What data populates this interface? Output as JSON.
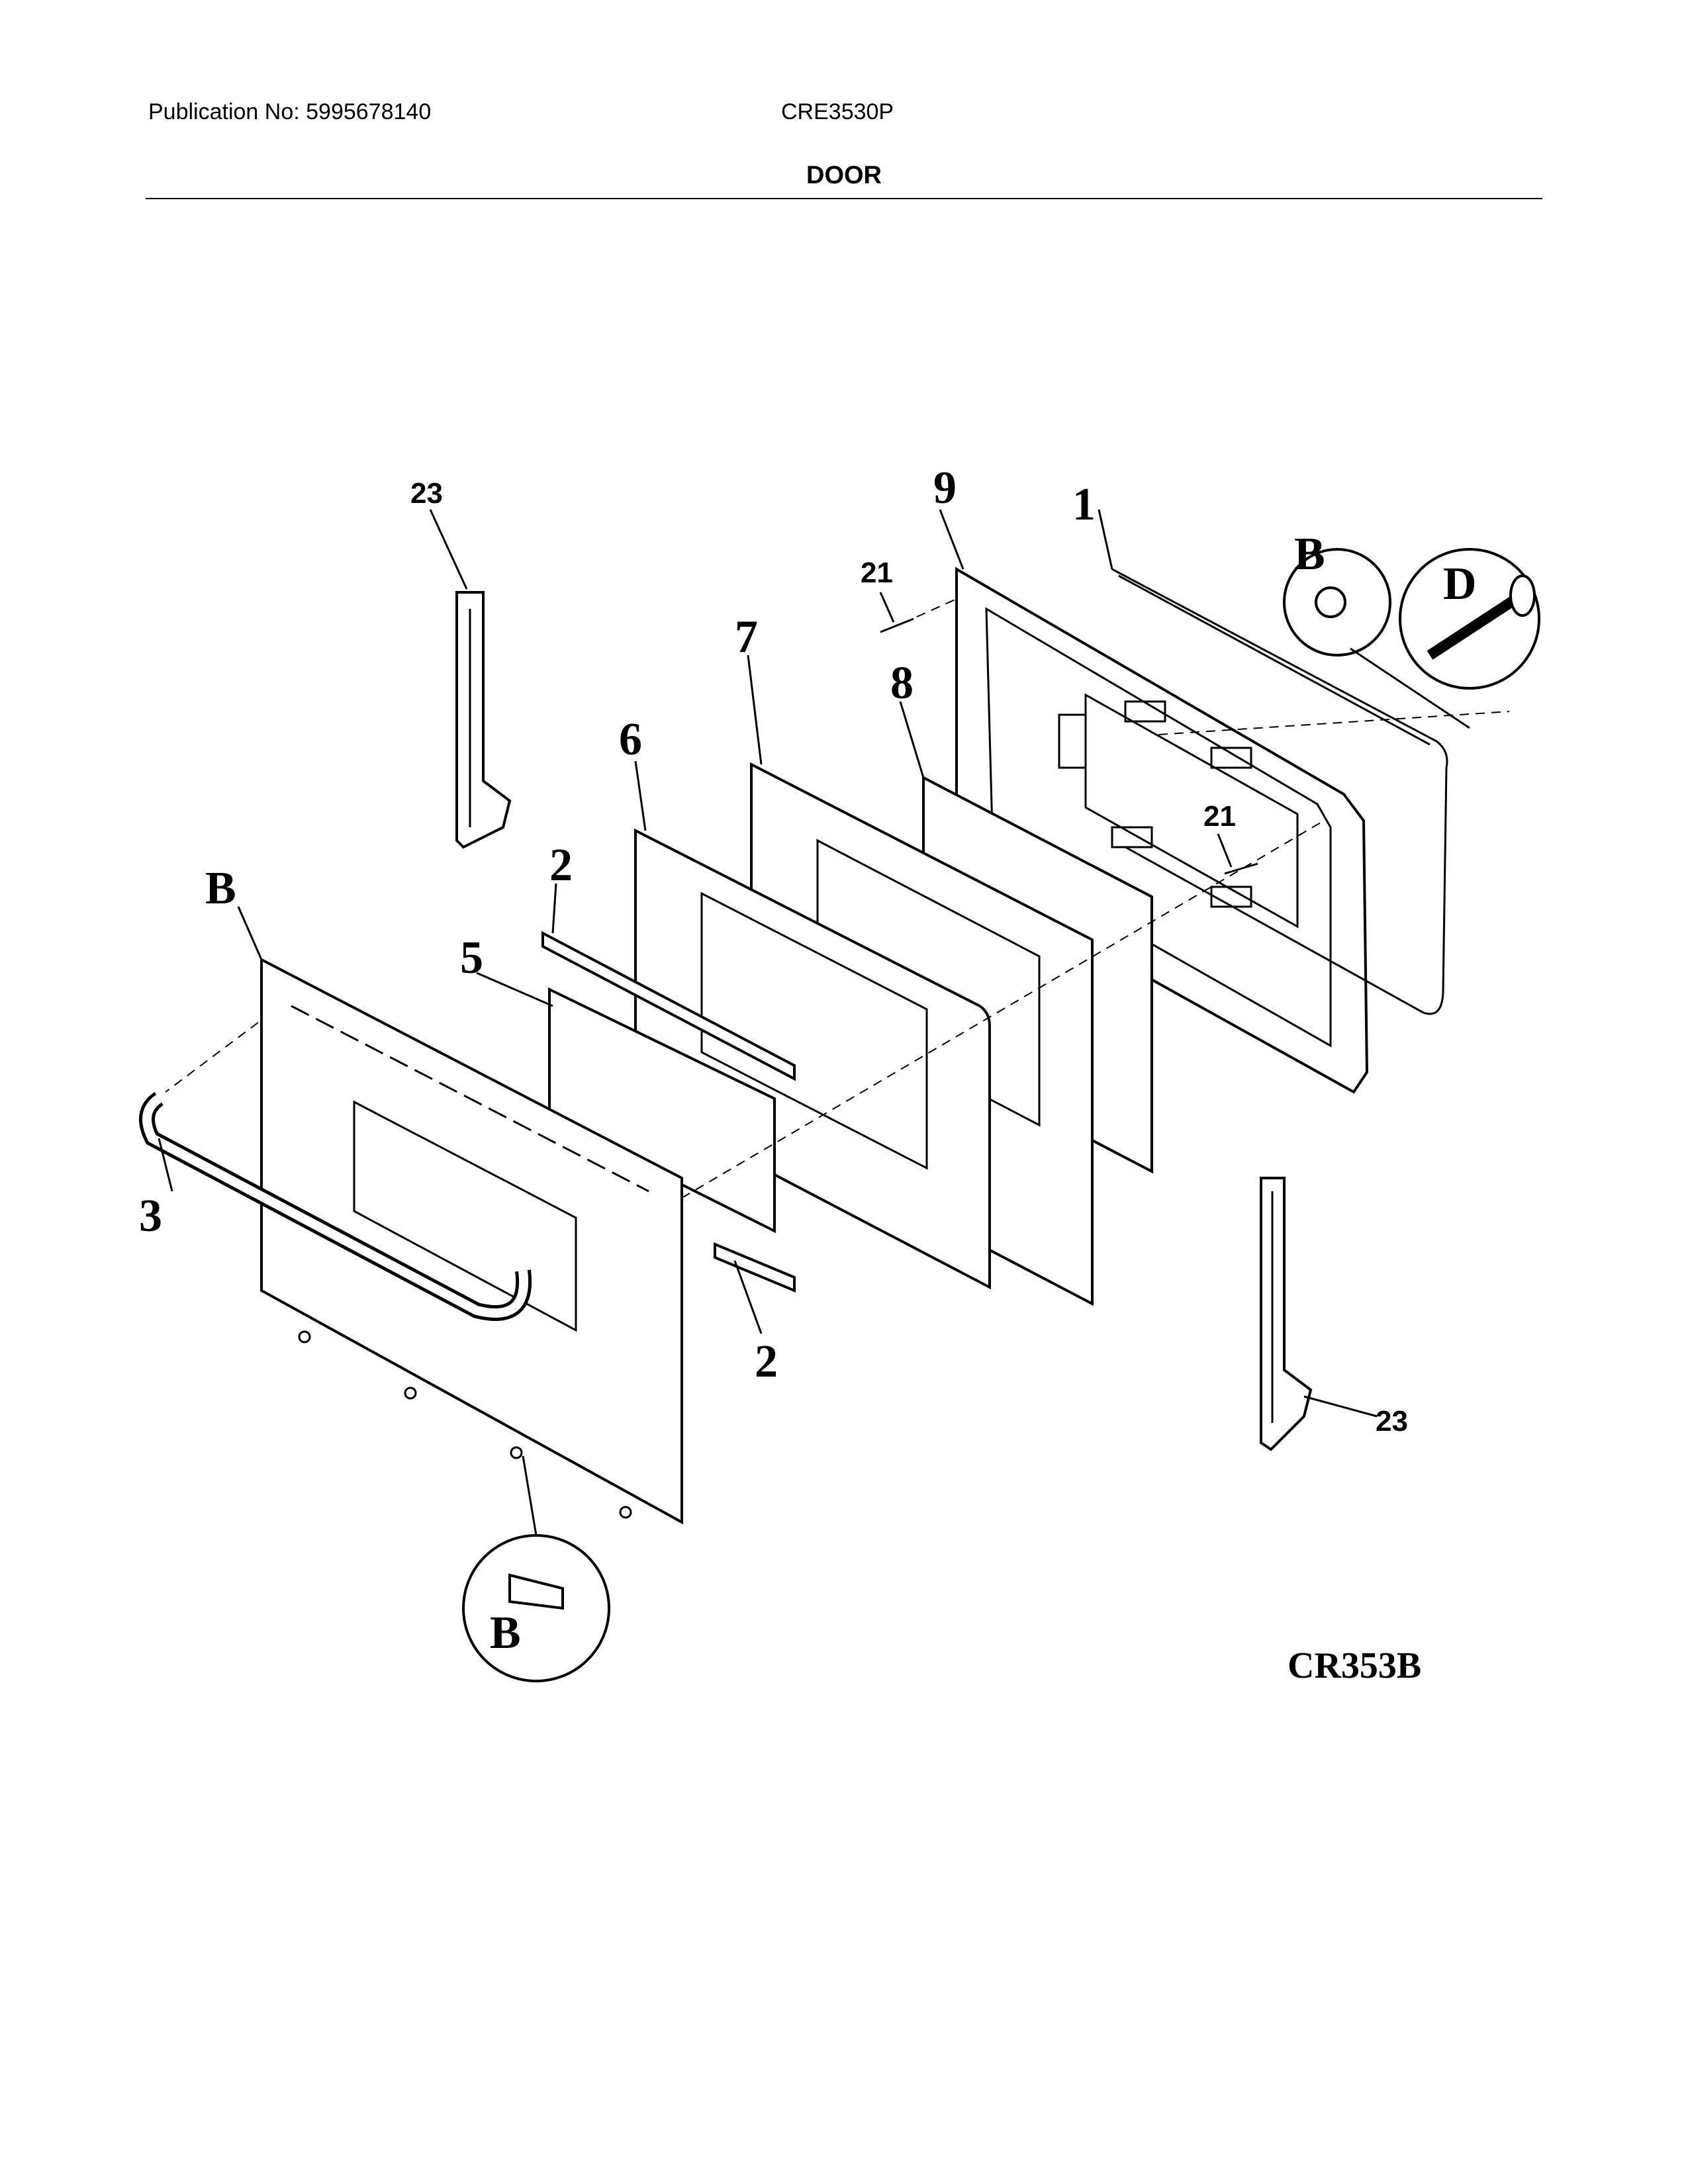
{
  "header": {
    "publication": "Publication No: 5995678140",
    "model": "CRE3530P",
    "section_title": "DOOR"
  },
  "callouts": {
    "hinge_top": "23",
    "hinge_bottom": "23",
    "screw_top": "21",
    "screw_mid": "21",
    "liner": "9",
    "gasket": "1",
    "inner_glass": "8",
    "insulation": "7",
    "inner_door": "6",
    "trim_top": "2",
    "trim_bottom": "2",
    "window_glass": "5",
    "outer_panel": "B",
    "handle": "3",
    "detail_washer": "B",
    "detail_pin": "D",
    "detail_screw": "B"
  },
  "figure_code": "CR353B"
}
